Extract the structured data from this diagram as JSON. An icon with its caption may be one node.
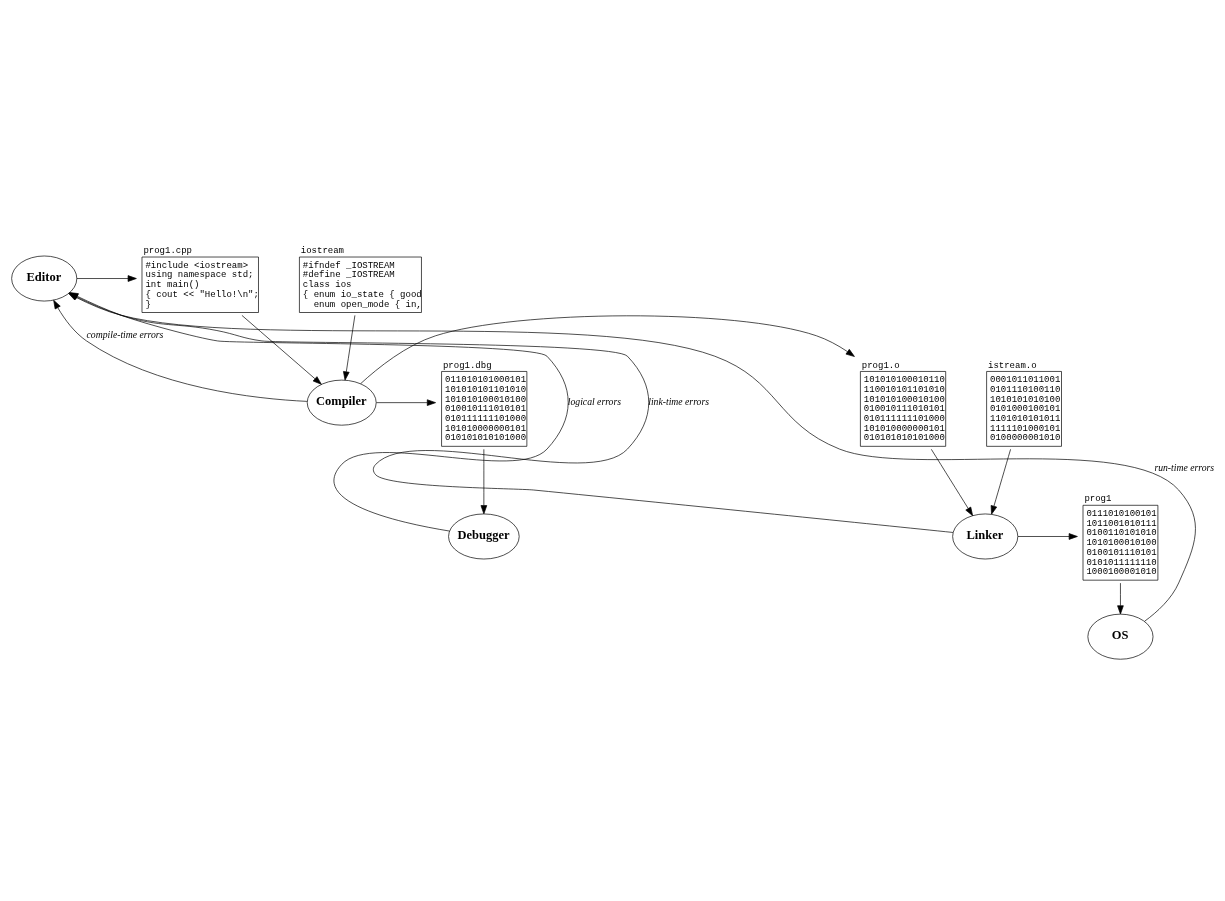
{
  "diagram": {
    "nodes": [
      {
        "text": [
          "Editor"
        ]
      },
      {
        "text": [
          "prog1.cpp",
          "#include <iostream>",
          "using namespace std;",
          "int main()",
          "{ cout << \"Hello!\\n\";",
          "}"
        ]
      },
      {
        "text": [
          "iostream",
          "#ifndef _IOSTREAM",
          "#define _IOSTREAM",
          "class ios",
          "{ enum io_state { good",
          "  enum open_mode { in,"
        ]
      },
      {
        "text": [
          "prog1.dbg",
          "011010101000101",
          "101010101101010",
          "101010100010100",
          "010010111010101",
          "010111111101000",
          "101010000000101",
          "010101010101000"
        ]
      },
      {
        "text": [
          "Compiler"
        ]
      },
      {
        "text": [
          "prog1.o",
          "101010100010110",
          "110010101101010",
          "101010100010100",
          "010010111010101",
          "010111111101000",
          "101010000000101",
          "010101010101000"
        ]
      },
      {
        "text": [
          "istream.o",
          "0001011011001",
          "0101110100110",
          "1010101010100",
          "0101000100101",
          "1101010101011",
          "1111101000101",
          "0100000001010"
        ]
      },
      {
        "text": [
          "Debugger"
        ]
      },
      {
        "text": [
          "Linker"
        ]
      },
      {
        "text": [
          "prog1",
          "0111010100101",
          "1011001010111",
          "0100110101010",
          "1010100010100",
          "0100101110101",
          "0101011111110",
          "1000100001010"
        ]
      },
      {
        "text": [
          "OS"
        ]
      }
    ],
    "edges": [
      {
        "from": 0,
        "to": 1,
        "arrow": "to"
      },
      {
        "from": 1,
        "to": 4,
        "arrow": "to"
      },
      {
        "from": 2,
        "to": 4,
        "arrow": "to"
      },
      {
        "from": 4,
        "to": 3,
        "arrow": "to"
      },
      {
        "from": 4,
        "to": 5,
        "arrow": "to"
      },
      {
        "from": 3,
        "to": 7,
        "arrow": "to"
      },
      {
        "from": 5,
        "to": 8,
        "arrow": "to"
      },
      {
        "from": 6,
        "to": 8,
        "arrow": "to"
      },
      {
        "from": 8,
        "to": 9,
        "arrow": "to"
      },
      {
        "from": 9,
        "to": 10,
        "arrow": "to"
      },
      {
        "from": 7,
        "to": 0,
        "arrow": "to",
        "label": "logical errors"
      },
      {
        "from": 4,
        "to": 0,
        "arrow": "to",
        "label": "compile-time errors"
      },
      {
        "from": 8,
        "to": 0,
        "arrow": "to",
        "label": "link-time errors"
      },
      {
        "from": 10,
        "to": 0,
        "arrow": "to",
        "label": "run-time errors"
      }
    ]
  }
}
